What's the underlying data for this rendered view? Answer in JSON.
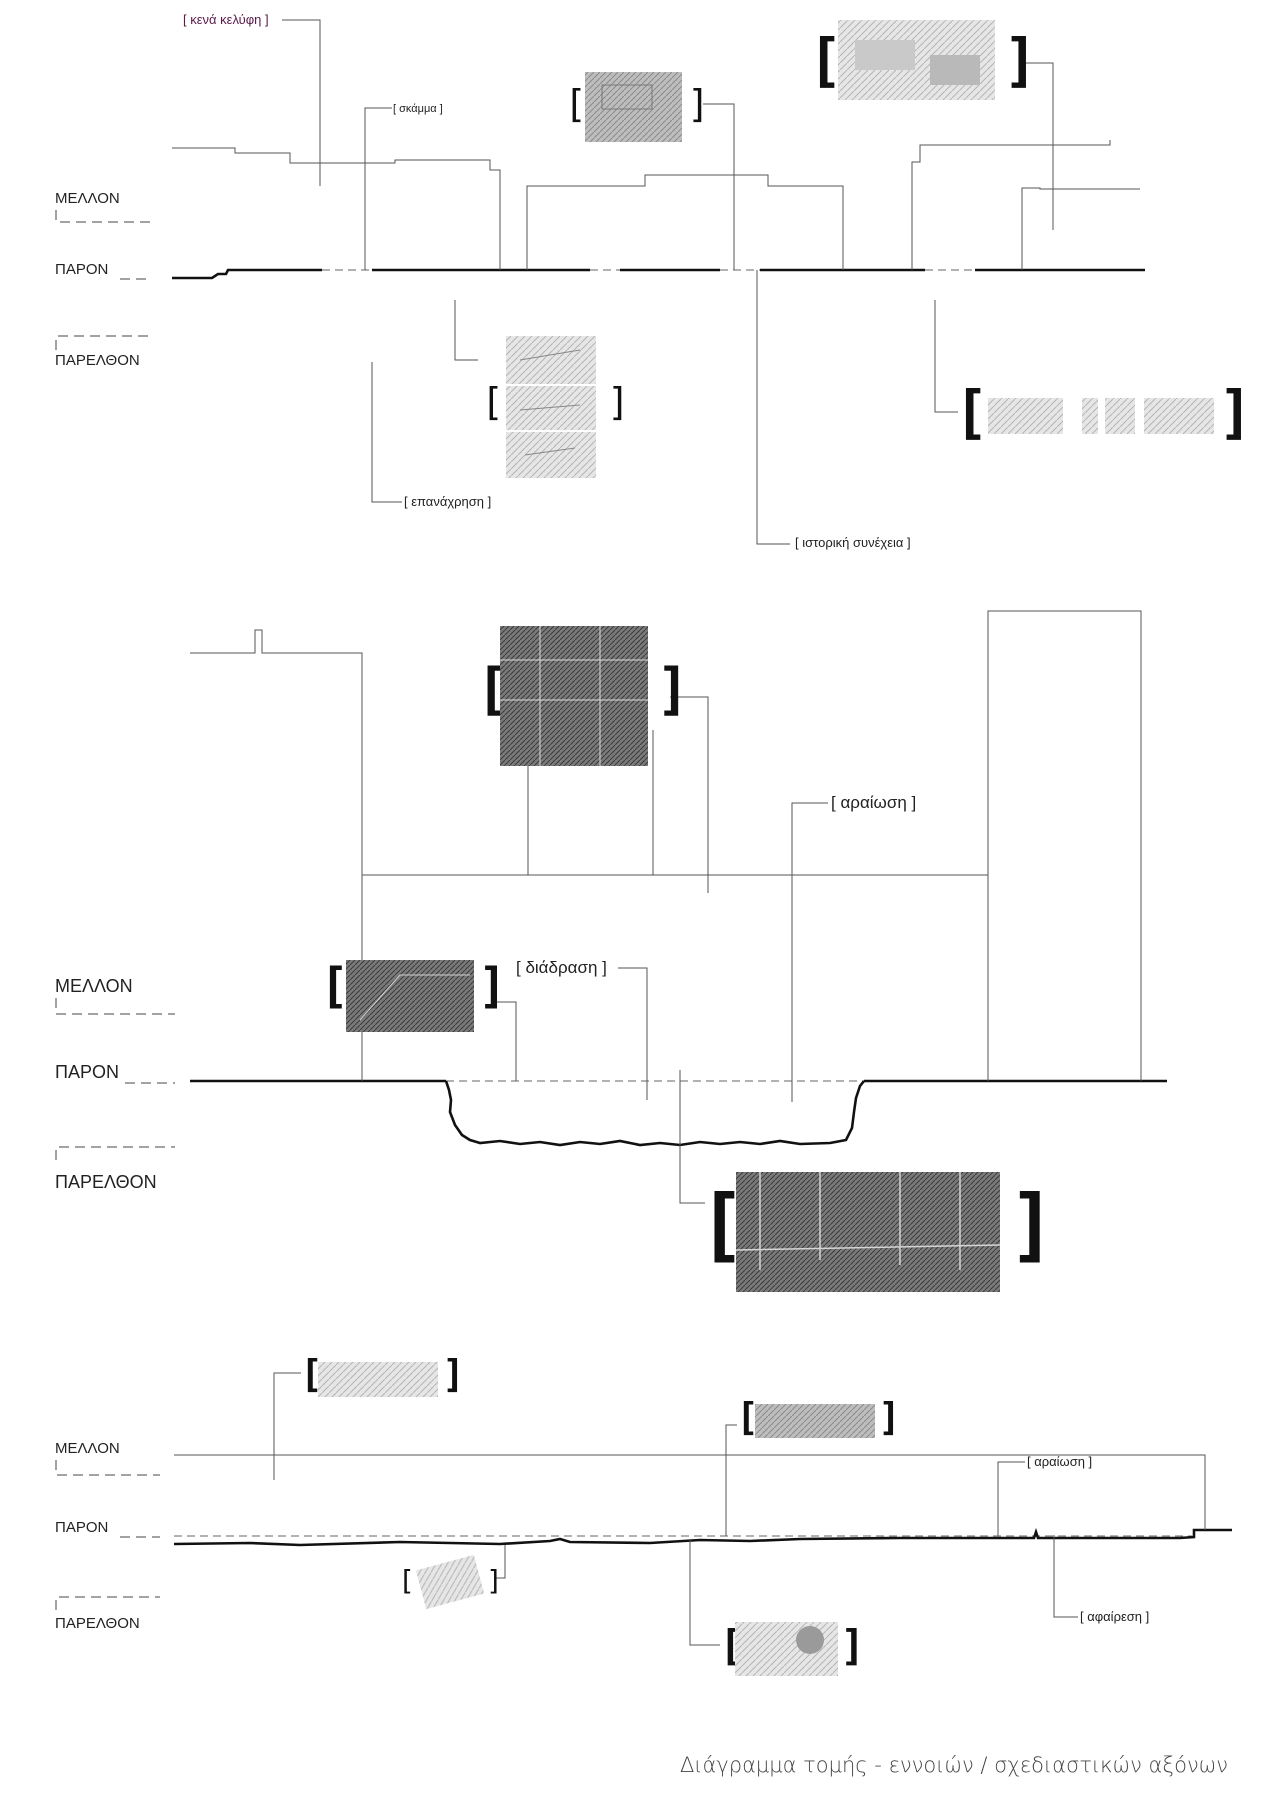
{
  "axes": {
    "future": "ΜΕΛΛΟΝ",
    "present": "ΠΑΡΟΝ",
    "past": "ΠΑΡΕΛΘΟΝ"
  },
  "section1": {
    "empty_shells": "[ κενά κελύφη ]",
    "dig": "[ σκάμμα ]",
    "reuse": "[ επανάχρηση ]",
    "continuity": "[ ιστορική συνέχεια ]"
  },
  "section2": {
    "thinning": "[ αραίωση ]",
    "interaction": "[ διάδραση ]"
  },
  "section3": {
    "thinning": "[ αραίωση ]",
    "removal": "[ αφαίρεση ]"
  },
  "caption": "Διάγραμμα τομής - εννοιών / σχεδιαστικών αξόνων",
  "colors": {
    "accent_label": "#5a1a4a",
    "line": "#111111",
    "thin_line": "#555555"
  }
}
